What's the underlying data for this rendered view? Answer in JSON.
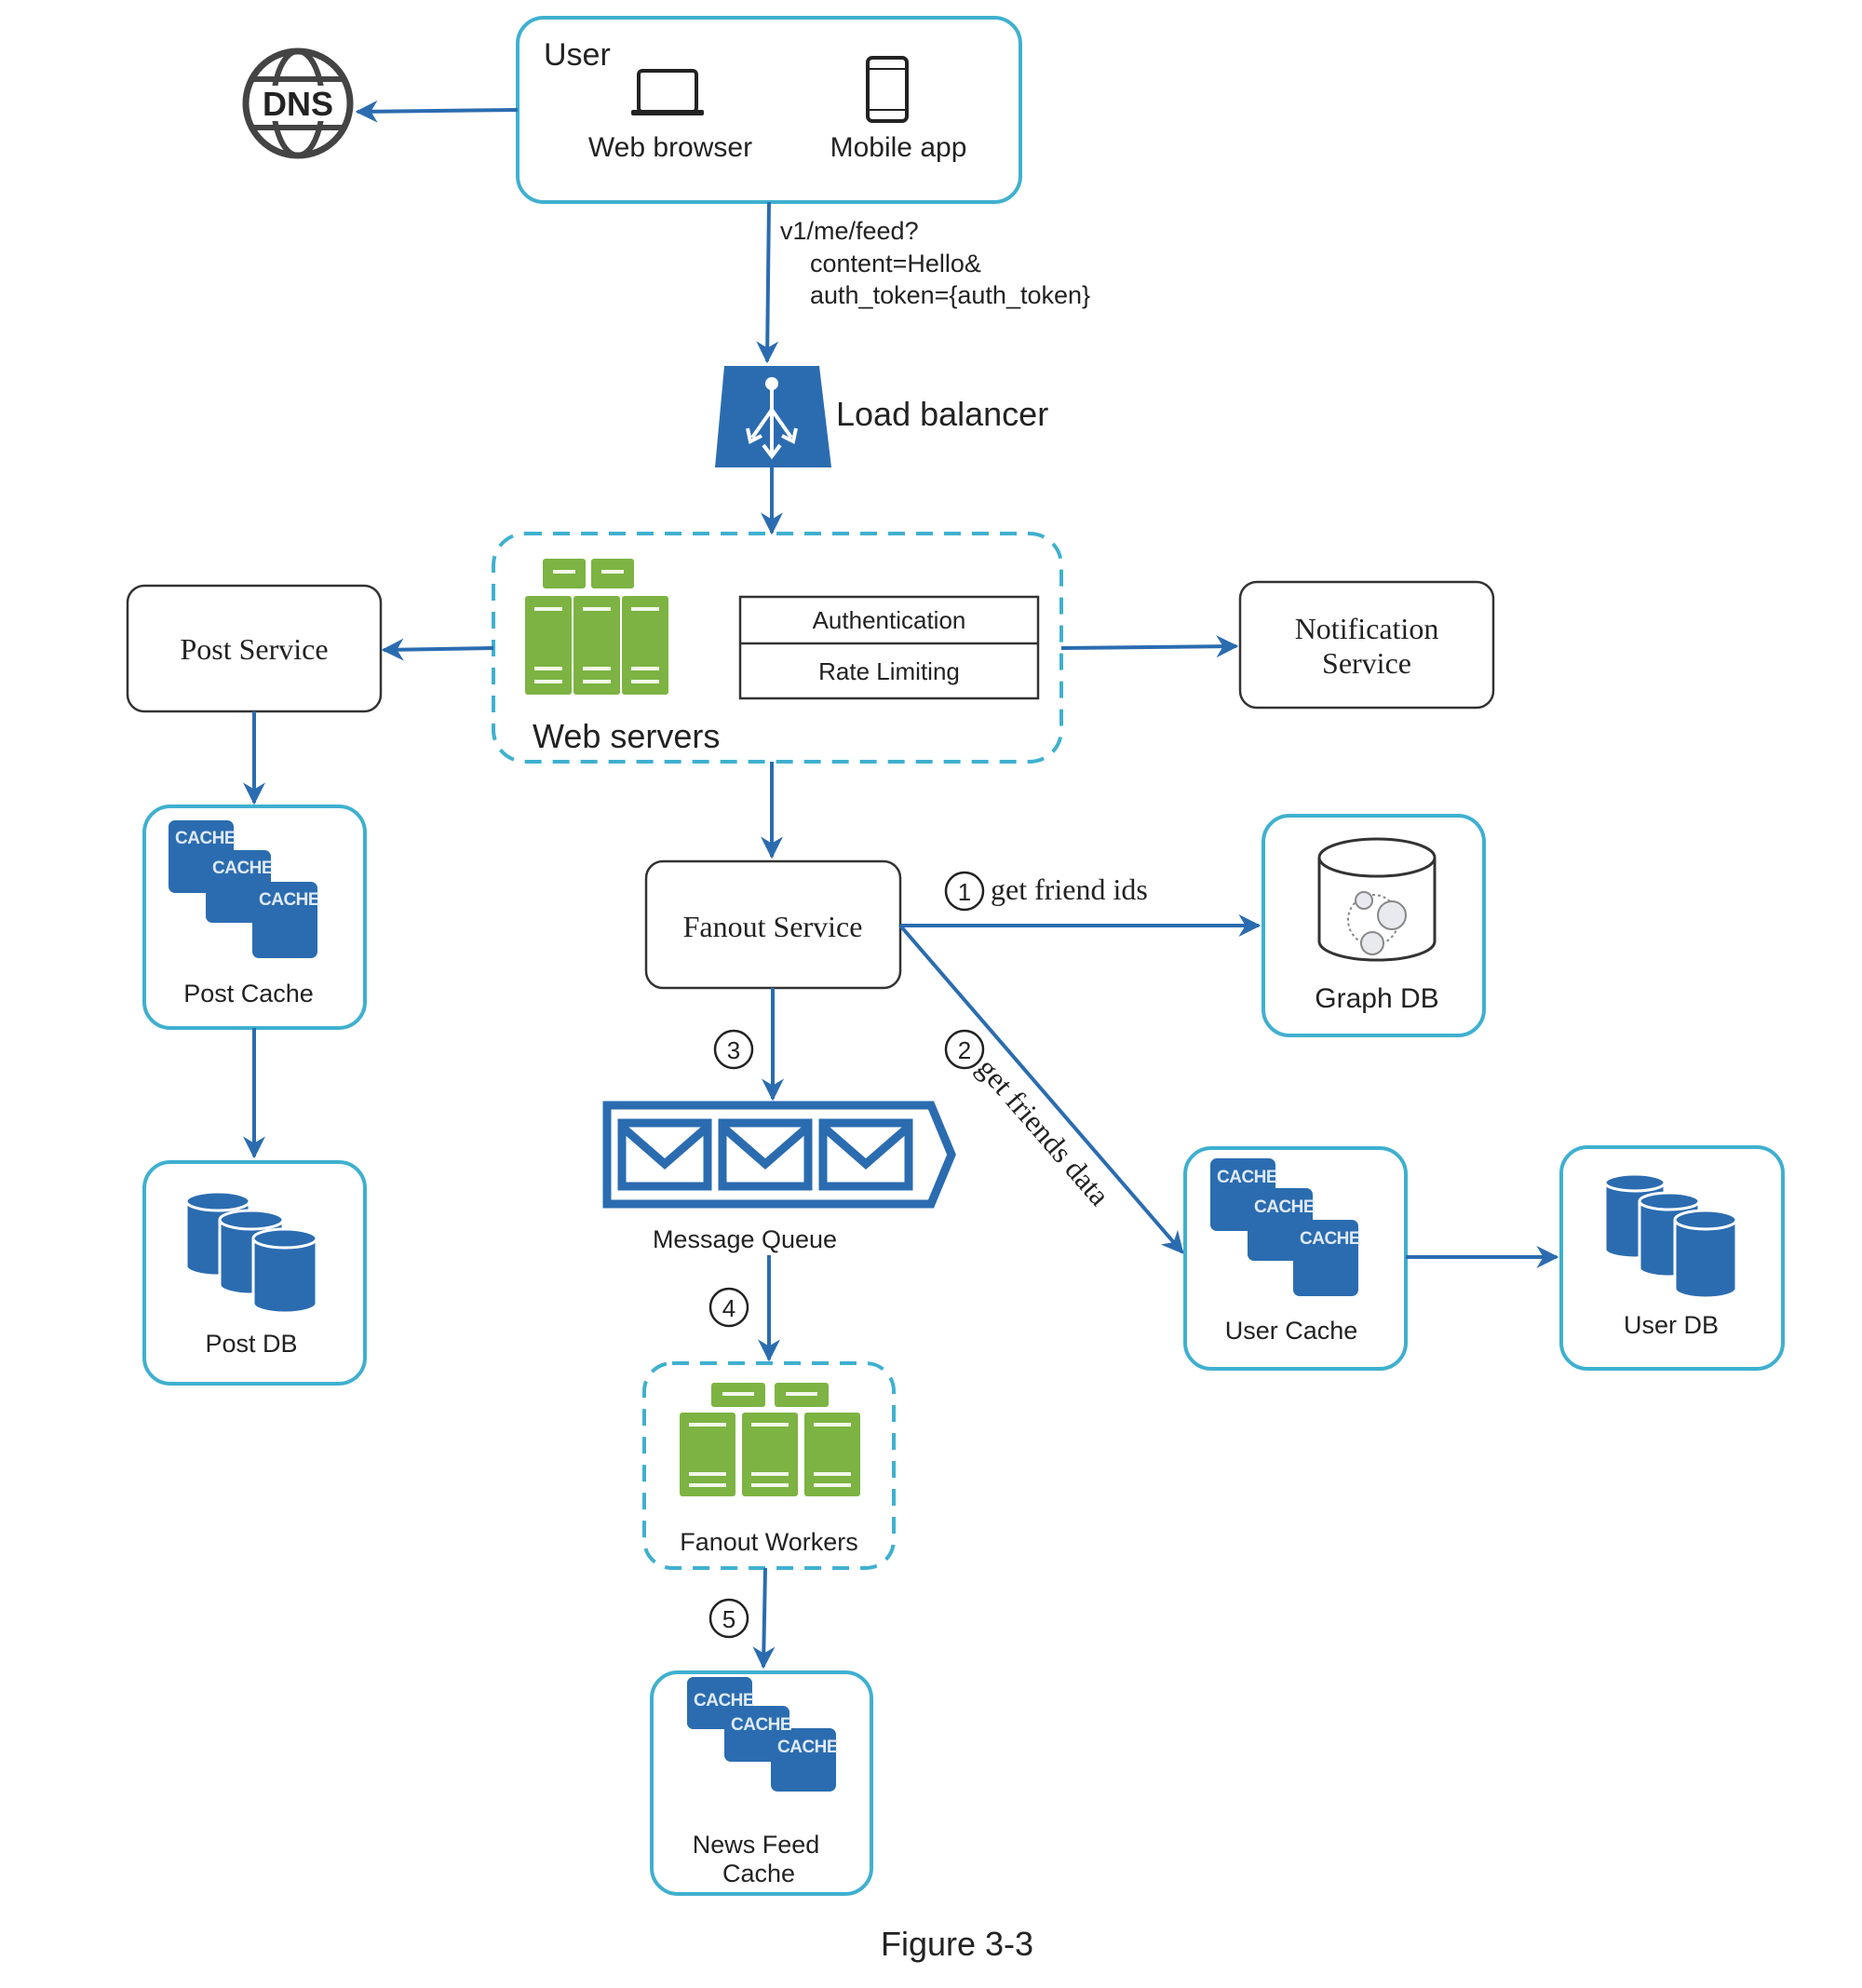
{
  "figure_caption": "Figure 3-3",
  "colors": {
    "arrow": "#2b6cb0",
    "container_border": "#3fb0cf",
    "server_green": "#7cb342",
    "cache_blue": "#2b6cb0"
  },
  "user": {
    "title": "User",
    "clients": [
      {
        "label": "Web browser",
        "icon": "laptop-icon"
      },
      {
        "label": "Mobile app",
        "icon": "mobile-phone-icon"
      }
    ]
  },
  "dns": {
    "label": "DNS",
    "icon": "globe-icon"
  },
  "request": {
    "line1": "v1/me/feed?",
    "line2": "content=Hello&",
    "line3": "auth_token={auth_token}"
  },
  "load_balancer": {
    "label": "Load balancer"
  },
  "web_servers": {
    "label": "Web servers",
    "modules": [
      "Authentication",
      "Rate Limiting"
    ]
  },
  "post_service": {
    "label": "Post Service"
  },
  "notification_service": {
    "line1": "Notification",
    "line2": "Service"
  },
  "post_cache": {
    "label": "Post Cache",
    "tiles": [
      "CACHE",
      "CACHE",
      "CACHE"
    ]
  },
  "post_db": {
    "label": "Post DB"
  },
  "fanout_service": {
    "label": "Fanout Service"
  },
  "graph_db": {
    "label": "Graph DB"
  },
  "steps": [
    {
      "num": "1",
      "label": "get friend ids"
    },
    {
      "num": "2",
      "label": "get friends data"
    },
    {
      "num": "3",
      "label": ""
    },
    {
      "num": "4",
      "label": ""
    },
    {
      "num": "5",
      "label": ""
    }
  ],
  "message_queue": {
    "label": "Message Queue"
  },
  "user_cache": {
    "label": "User Cache",
    "tiles": [
      "CACHE",
      "CACHE",
      "CACHE"
    ]
  },
  "user_db": {
    "label": "User DB"
  },
  "fanout_workers": {
    "label": "Fanout Workers"
  },
  "news_feed_cache": {
    "line1": "News Feed",
    "line2": "Cache",
    "tiles": [
      "CACHE",
      "CACHE",
      "CACHE"
    ]
  }
}
